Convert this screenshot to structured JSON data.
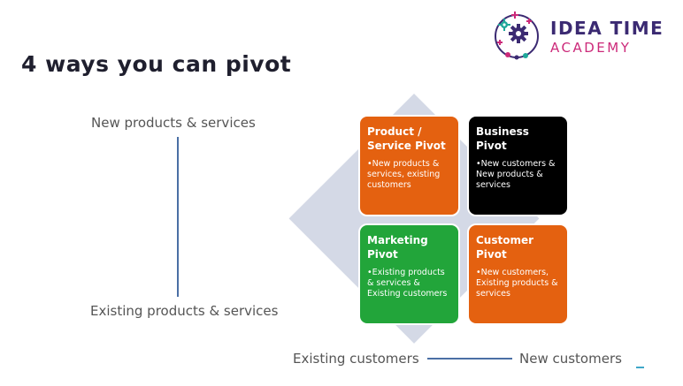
{
  "title": "4 ways you can pivot",
  "logo": {
    "line1": "IDEA TIME",
    "line2": "ACADEMY",
    "icon": "gear-idea-icon"
  },
  "axis": {
    "y_top": "New products & services",
    "y_bottom": "Existing products & services",
    "x_left": "Existing customers",
    "x_right": "New customers"
  },
  "quadrants": [
    {
      "heading": "Product / Service Pivot",
      "body": "•New products & services, existing customers",
      "color": "#e46110"
    },
    {
      "heading": "Business Pivot",
      "body": "•New customers & New products & services",
      "color": "#000000"
    },
    {
      "heading": "Marketing Pivot",
      "body": "•Existing products & services & Existing customers",
      "color": "#22a53a"
    },
    {
      "heading": "Customer Pivot",
      "body": "•New customers, Existing products & services",
      "color": "#e46110"
    }
  ],
  "colors": {
    "diamond": "#d4d9e6",
    "axis_line": "#4a6fa5",
    "brand_purple": "#3b2a72",
    "brand_pink": "#cc2a7a"
  }
}
